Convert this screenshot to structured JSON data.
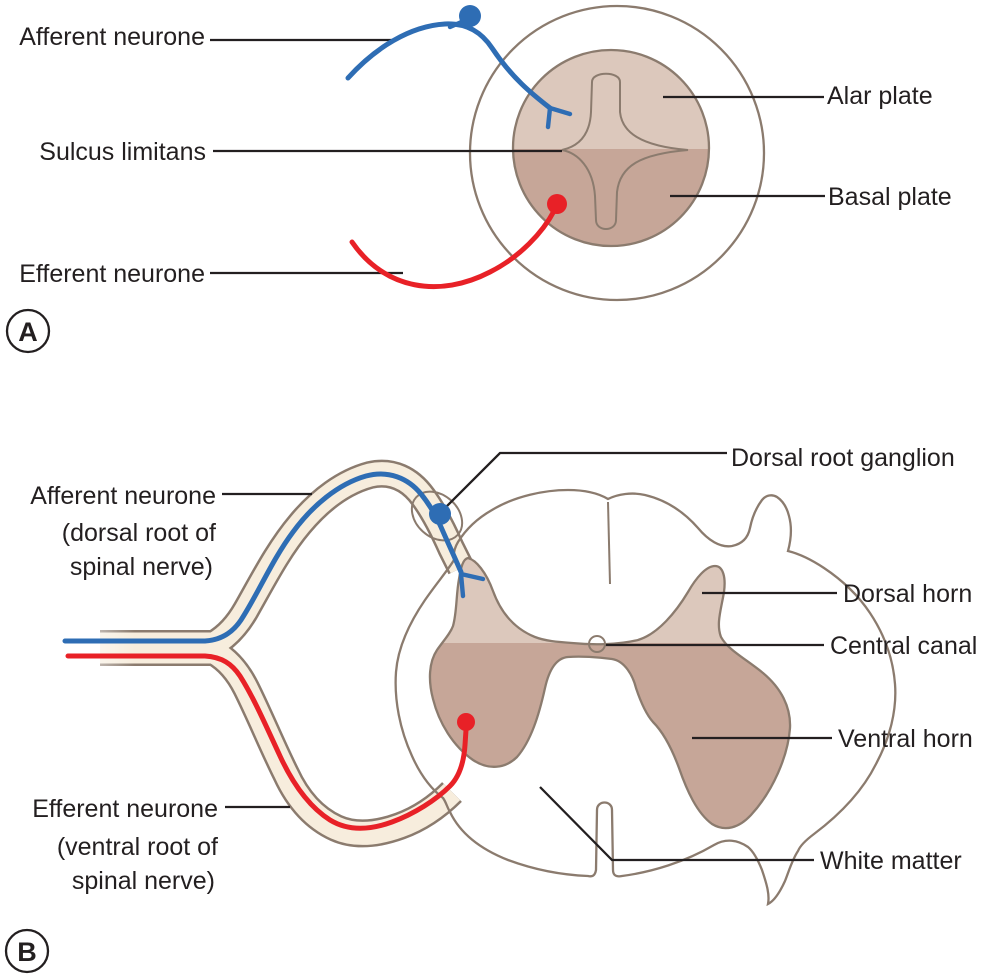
{
  "colors": {
    "cream": "#f7eddd",
    "gray_light": "#dcc8bc",
    "gray_dark": "#c6a698",
    "outline": "#8b7b6e",
    "blue": "#2e6db4",
    "red": "#e82127",
    "text": "#231f20",
    "canal_fill": "#ffffff",
    "lumen_fill": "#ffffff"
  },
  "panel_a": {
    "letter": "A",
    "labels": {
      "afferent": "Afferent neurone",
      "sulcus": "Sulcus limitans",
      "efferent": "Efferent neurone",
      "alar": "Alar plate",
      "basal": "Basal plate"
    }
  },
  "panel_b": {
    "letter": "B",
    "labels": {
      "afferent_line1": "Afferent neurone",
      "afferent_line2": "(dorsal root of",
      "afferent_line3": "spinal nerve)",
      "efferent_line1": "Efferent neurone",
      "efferent_line2": "(ventral root of",
      "efferent_line3": "spinal nerve)",
      "dorsal_root_ganglion": "Dorsal root ganglion",
      "dorsal_horn": "Dorsal horn",
      "central_canal": "Central canal",
      "ventral_horn": "Ventral horn",
      "white_matter": "White matter"
    }
  }
}
